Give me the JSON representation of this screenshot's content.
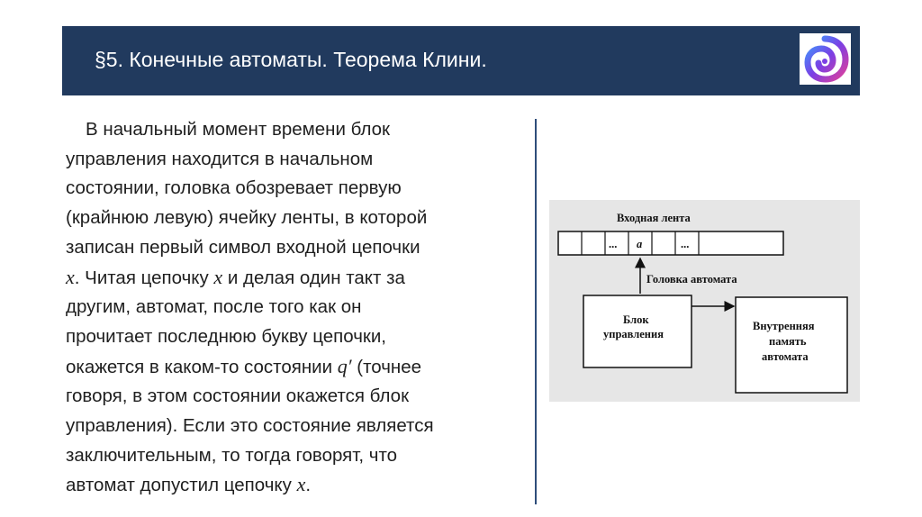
{
  "header": {
    "title": "§5. Конечные автоматы. Теорема Клини.",
    "background_color": "#213a5e",
    "logo_icon": "spiral-logo-icon"
  },
  "body": {
    "lines": [
      "В начальный момент времени блок",
      "управления находится в начальном",
      "состоянии, головка обозревает первую",
      "(крайнюю левую) ячейку ленты, в которой",
      "записан первый символ входной цепочки",
      {
        "var": "x",
        "text": ". Читая цепочку "
      },
      "другим, автомат, после того как он",
      "прочитает последнюю букву цепочки,",
      "окажется в каком-то состоянии ",
      "говоря, в этом состоянии окажется блок",
      "управления). Если это состояние является",
      "заключительным, то тогда говорят, что",
      "автомат допустил цепочку "
    ],
    "line6_var1": "x",
    "line6_part1": ". Читая цепочку ",
    "line6_var2": "x",
    "line6_part2": " и делая один такт за",
    "line9_var": "q′",
    "line9_part2": " (точнее",
    "line13_var": "x",
    "line13_part2": "."
  },
  "diagram": {
    "input_tape_label": "Входная лента",
    "tape_cells": [
      "",
      "",
      "...",
      "a",
      "",
      "..."
    ],
    "head_label": "Головка автомата",
    "control_unit_label_1": "Блок",
    "control_unit_label_2": "управления",
    "memory_label_1": "Внутренняя",
    "memory_label_2": "память",
    "memory_label_3": "автомата"
  }
}
